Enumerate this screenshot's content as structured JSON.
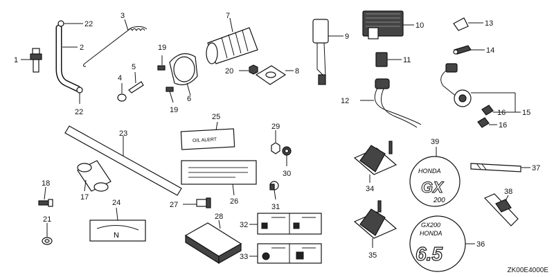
{
  "diagram": {
    "code": "ZK00E4000E",
    "callouts": [
      "1",
      "2",
      "3",
      "4",
      "5",
      "6",
      "7",
      "8",
      "9",
      "10",
      "11",
      "12",
      "13",
      "14",
      "15",
      "16",
      "16",
      "17",
      "18",
      "19",
      "19",
      "20",
      "21",
      "22",
      "22",
      "23",
      "24",
      "25",
      "26",
      "27",
      "28",
      "29",
      "30",
      "31",
      "32",
      "33",
      "34",
      "35",
      "36",
      "37",
      "38",
      "39"
    ],
    "decal_texts": {
      "oil_alert": "OIL ALERT",
      "honda_top": "HONDA",
      "gx": "GX",
      "gx_num": "200",
      "gx200": "GX200",
      "honda_bottom": "HONDA",
      "six_five": "6.5",
      "tag_glyph": "N"
    }
  }
}
